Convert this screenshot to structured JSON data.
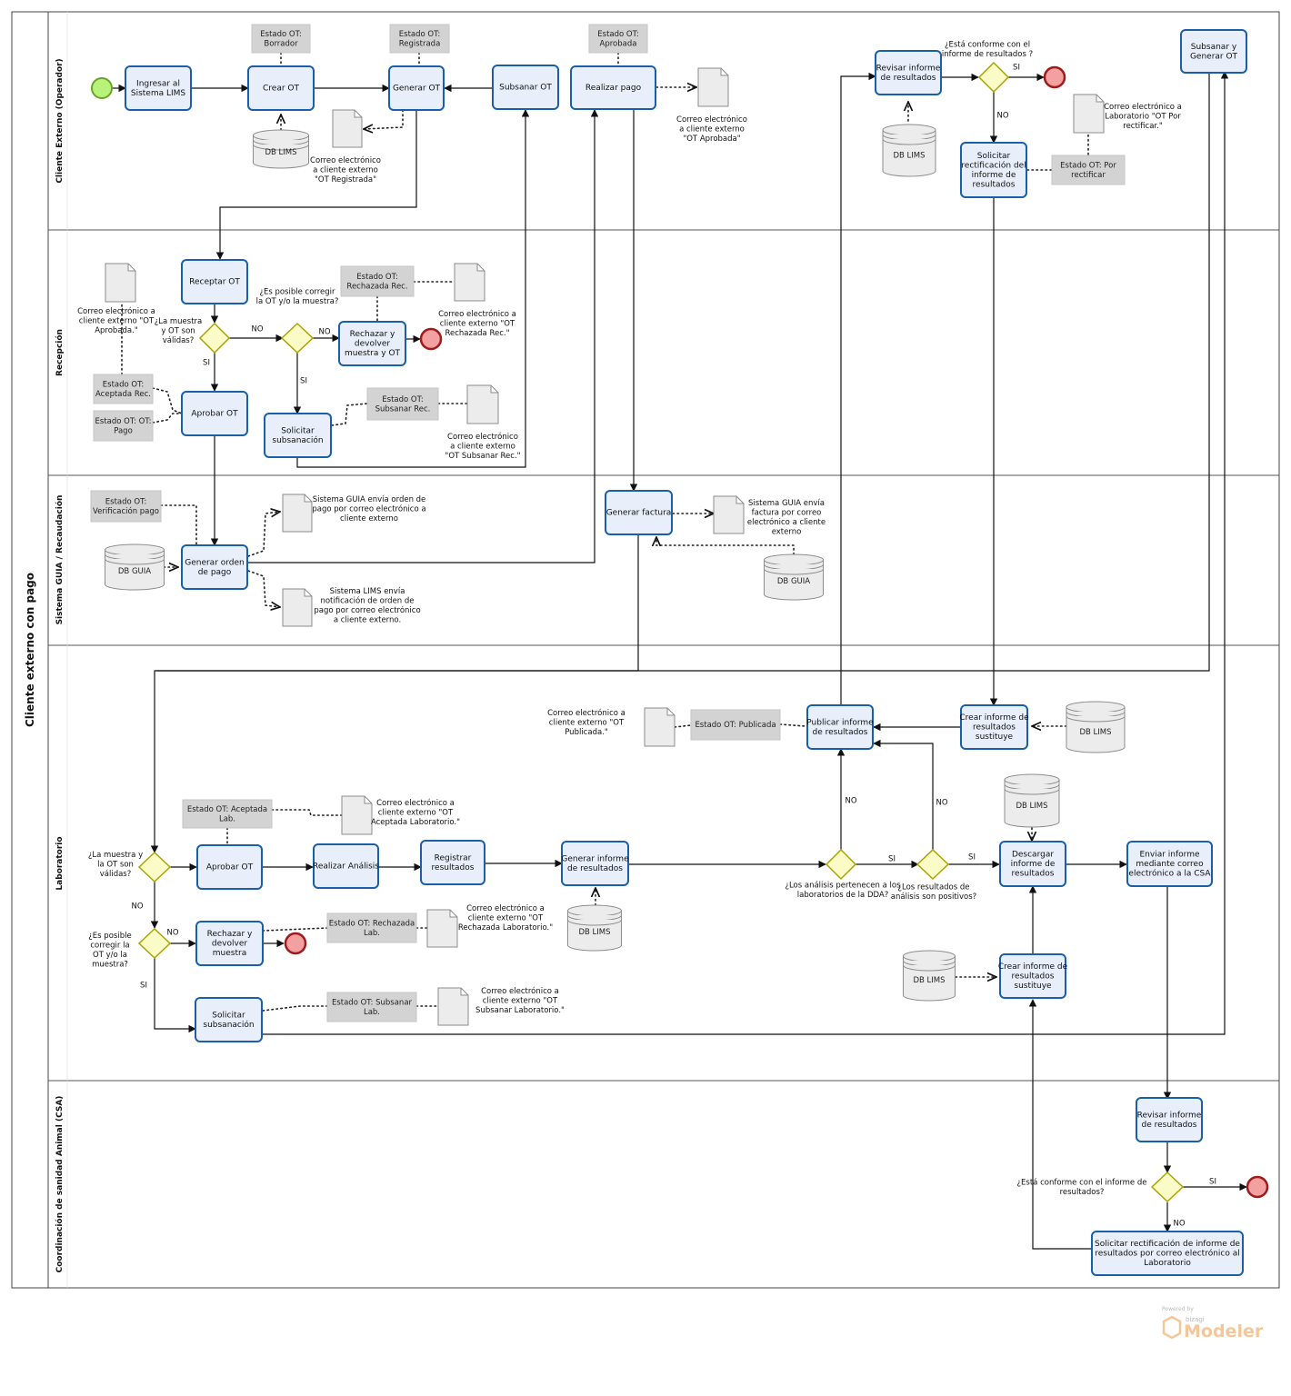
{
  "pool": {
    "title": "Cliente externo con pago"
  },
  "lanes": {
    "cliente": "Cliente Externo (Operador)",
    "recepcion": "Recepción",
    "guia": "Sistema GUIA / Recaudación",
    "laboratorio": "Laboratorio",
    "csa": "Coordinación de sanidad Animal (CSA)"
  },
  "tasks": {
    "ingresar": "Ingresar al|Sistema LIMS",
    "crear_ot": "Crear OT",
    "generar_ot": "Generar OT",
    "subsanar_ot": "Subsanar OT",
    "realizar_pago": "Realizar pago",
    "revisar_informe_cli": "Revisar informe|de resultados",
    "subsanar_generar": "Subsanar y|Generar OT",
    "solicitar_rect_cli": "Solicitar|rectificación del|informe de|resultados",
    "receptar_ot": "Receptar OT",
    "rechazar_devolver_rec": "Rechazar y|devolver|muestra y OT",
    "aprobar_ot_rec": "Aprobar OT",
    "solicitar_subs_rec": "Solicitar|subsanación",
    "generar_orden": "Generar orden|de pago",
    "generar_factura": "Generar factura",
    "publicar_informe": "Publicar informe|de resultados",
    "crear_informe_sust1": "Crear informe de|resultados|sustituye",
    "aprobar_ot_lab": "Aprobar OT",
    "realizar_analisis": "Realizar Análisis",
    "registrar_resultados": "Registrar|resultados",
    "generar_informe": "Generar informe|de resultados",
    "descargar_informe": "Descargar|informe de|resultados",
    "enviar_informe": "Enviar informe|mediante correo|electrónico a la CSA",
    "rechazar_devolver_lab": "Rechazar y|devolver|muestra",
    "crear_informe_sust2": "Crear informe de|resultados|sustituye",
    "solicitar_subs_lab": "Solicitar|subsanación",
    "revisar_informe_csa": "Revisar informe|de resultados",
    "solicitar_rect_csa": "Solicitar rectificación de informe de|resultados por correo electrónico al|Laboratorio"
  },
  "states": {
    "borrador": "Estado OT:|Borrador",
    "registrada": "Estado OT:|Registrada",
    "aprobada": "Estado OT:|Aprobada",
    "por_rectificar": "Estado OT: Por|rectificar",
    "rechazada_rec": "Estado OT:|Rechazada Rec.",
    "aceptada_rec": "Estado OT:|Aceptada Rec.",
    "pago": "Estado OT: OT:|Pago",
    "subsanar_rec": "Estado OT:|Subsanar Rec.",
    "verificacion_pago": "Estado OT:|Verificación pago",
    "publicada": "Estado OT: Publicada",
    "aceptada_lab": "Estado OT: Aceptada|Lab.",
    "rechazada_lab": "Estado OT: Rechazada|Lab.",
    "subsanar_lab": "Estado OT: Subsanar|Lab."
  },
  "databases": {
    "db_lims_1": "DB LIMS",
    "db_lims_2": "DB LIMS",
    "db_guia_1": "DB GUIA",
    "db_guia_2": "DB GUIA",
    "db_lims_3": "DB LIMS",
    "db_lims_4": "DB LIMS",
    "db_lims_5": "DB LIMS",
    "db_lims_6": "DB LIMS"
  },
  "notes": {
    "correo_registrada": "Correo electrónico|a cliente externo|\"OT Registrada\"",
    "correo_aprobada_top": "Correo electrónico|a cliente externo|\"OT Aprobada\"",
    "correo_por_rectificar": "Correo electrónico a|Laboratorio \"OT Por|rectificar.\"",
    "correo_aprobada_rec": "Correo electrónico a|cliente externo \"OT|Aprobada.\"",
    "correo_rechazada_rec": "Correo electrónico a|cliente externo \"OT|Rechazada Rec.\"",
    "correo_subsanar_rec": "Correo electrónico|a cliente externo|\"OT Subsanar Rec.\"",
    "guia_orden": "Sistema GUIA envía orden de|pago por correo electrónico a|cliente externo",
    "lims_notificacion": "Sistema LIMS envía|notificación de orden de|pago por correo electrónico|a cliente externo.",
    "guia_factura": "Sistema GUIA envía|factura por correo|electrónico a cliente|externo",
    "correo_publicada": "Correo electrónico a|cliente externo \"OT|Publicada.\"",
    "correo_aceptada_lab": "Correo electrónico a|cliente externo \"OT|Aceptada Laboratorio.\"",
    "correo_rechazada_lab": "Correo electrónico a|cliente externo \"OT|Rechazada Laboratorio.\"",
    "correo_subsanar_lab": "Correo electrónico a|cliente externo \"OT|Subsanar Laboratorio.\""
  },
  "gateways": {
    "conforme_cli": "¿Está conforme con el|informe de resultados ?",
    "muestra_validas_rec": "¿La muestra|y OT son|válidas?",
    "corregir_rec": "¿Es posible corregir|la OT y/o la muestra?",
    "muestra_validas_lab": "¿La muestra y|la OT son|válidas?",
    "corregir_lab": "¿Es posible|corregir la|OT y/o la|muestra?",
    "pertenecen_dda": "¿Los análisis pertenecen a los|laboratorios de la DDA?",
    "positivos": "¿Los resultados de|análisis son positivos?",
    "conforme_csa": "¿Está conforme con el informe de|resultados?"
  },
  "flow_labels": {
    "si": "SI",
    "no": "NO"
  },
  "watermark": {
    "powered": "Powered by",
    "brand": "bizagi",
    "product": "Modeler"
  }
}
